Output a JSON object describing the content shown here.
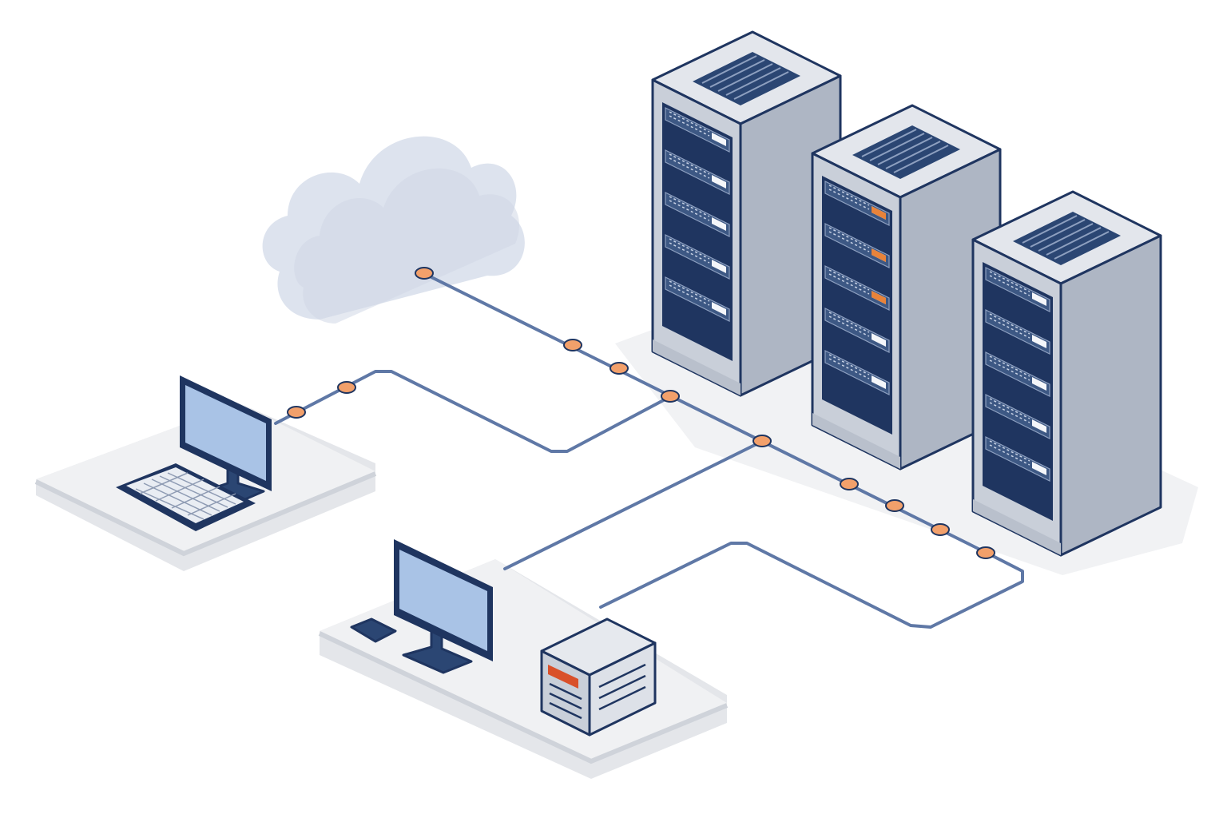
{
  "diagram": {
    "kind": "isometric network infrastructure illustration",
    "nodes": [
      {
        "id": "cloud",
        "icon": "cloud-icon"
      },
      {
        "id": "workstation-a",
        "icon": "desktop-computer-icon"
      },
      {
        "id": "workstation-b",
        "icon": "desktop-computer-icon"
      },
      {
        "id": "storage-box",
        "icon": "storage-server-icon"
      },
      {
        "id": "rack-1",
        "icon": "server-rack-icon"
      },
      {
        "id": "rack-2",
        "icon": "server-rack-icon"
      },
      {
        "id": "rack-3",
        "icon": "server-rack-icon"
      }
    ],
    "links": [
      {
        "from": "cloud",
        "to": "rack-3"
      },
      {
        "from": "workstation-a",
        "to": "rack-1"
      },
      {
        "from": "workstation-b",
        "to": "rack-2"
      },
      {
        "from": "storage-box",
        "to": "rack-3"
      }
    ]
  },
  "colors": {
    "outline": "#1f3560",
    "cable": "#5f78a6",
    "node_dot": "#f2a06b",
    "rack_front": "#c9cfd9",
    "rack_side": "#aeb6c4",
    "rack_top": "#e3e6ec",
    "screen": "#a9c3e6",
    "platform": "#eeeff2",
    "cloud": "#dde3ee",
    "alert_led": "#e8833a",
    "label_red": "#d9502a"
  }
}
